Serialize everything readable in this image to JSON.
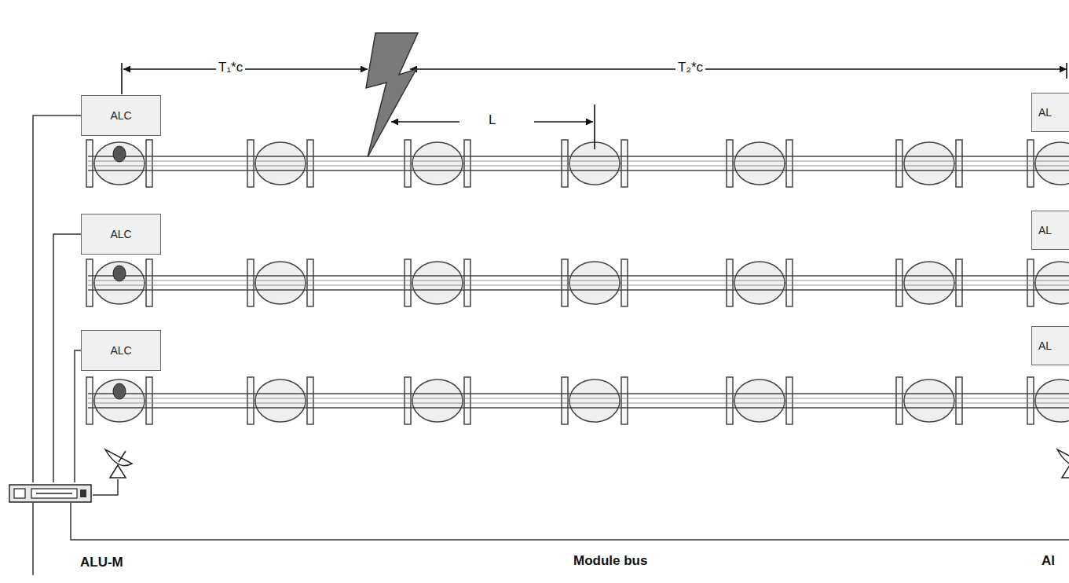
{
  "diagram": {
    "nodes": [
      {
        "text": [
          "ALC"
        ]
      },
      {
        "text": [
          "ALC"
        ]
      },
      {
        "text": [
          "ALC"
        ]
      },
      {
        "text": [
          "AL"
        ]
      },
      {
        "text": [
          "AL"
        ]
      },
      {
        "text": [
          "AL"
        ]
      },
      {
        "text": [
          "ALU-M"
        ]
      }
    ],
    "edges": [
      {
        "from": 6,
        "to": 0,
        "arrow": "none"
      },
      {
        "from": 6,
        "to": 1,
        "arrow": "none"
      },
      {
        "from": 6,
        "to": 2,
        "arrow": "none"
      }
    ],
    "labels": [
      "T₁*c",
      "T₂*c",
      "L",
      "Module bus",
      "Al"
    ]
  }
}
